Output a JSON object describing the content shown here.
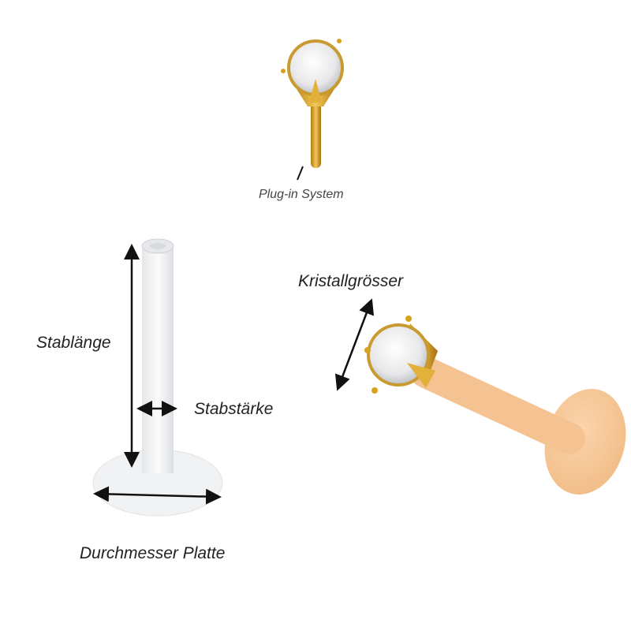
{
  "labels": {
    "plug_in": "Plug-in System",
    "rod_length": "Stablänge",
    "rod_thickness": "Stabstärke",
    "plate_diameter": "Durchmesser Platte",
    "crystal_size": "Kristallgrösser"
  },
  "colors": {
    "gold": "#d9a21e",
    "peach": "#f7c89a",
    "clear": "#eef0f2",
    "arrow": "#111111"
  }
}
